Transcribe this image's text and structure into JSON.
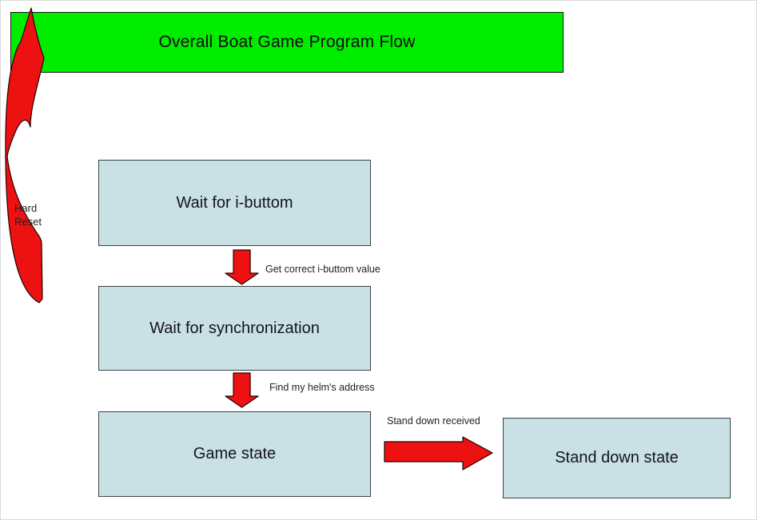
{
  "title": "Overall Boat Game Program Flow",
  "nodes": [
    {
      "id": "wait-ibutton",
      "label": "Wait for i-buttom"
    },
    {
      "id": "wait-sync",
      "label": "Wait for synchronization"
    },
    {
      "id": "game-state",
      "label": "Game state"
    },
    {
      "id": "stand-down",
      "label": "Stand down state"
    }
  ],
  "edge_labels": {
    "ibutton_to_sync": "Get correct i-buttom value",
    "sync_to_game": "Find my helm's address",
    "game_to_standdown": "Stand down received",
    "hard_reset": {
      "line1": "Hard",
      "line2": "Reset"
    }
  },
  "colors": {
    "canvas_bg": "#ffffff",
    "title_bg": "#00ed00",
    "node_fill": "#c9e0e4",
    "node_border": "#39444a",
    "arrow_fill": "#ee1111",
    "arrow_stroke": "#240000"
  }
}
